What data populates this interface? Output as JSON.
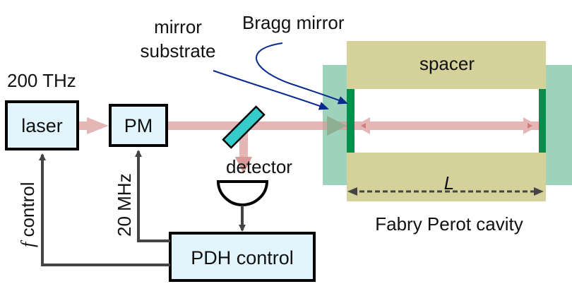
{
  "diagram": {
    "title": "PDH laser stabilization setup",
    "labels": {
      "frequency": "200 THz",
      "laser": "laser",
      "pm": "PM",
      "detector": "detector",
      "pdh": "PDH control",
      "mirror_substrate_line1": "mirror",
      "mirror_substrate_line2": "substrate",
      "bragg_mirror": "Bragg mirror",
      "spacer": "spacer",
      "length": "L",
      "cavity": "Fabry Perot cavity",
      "modulation": "20 MHz",
      "f_symbol": "f",
      "f_control": " control"
    },
    "colors": {
      "box_fill": "#e2f5fc",
      "box_stroke": "#000000",
      "beam": "#d99a98",
      "beam_arrow": "#c8706c",
      "splitter": "#35cbc9",
      "substrate": "#9ed3bb",
      "spacer": "#d4d29a",
      "mirror": "#008f4d",
      "pointer": "#0a2a8f",
      "signal": "#444444"
    }
  }
}
